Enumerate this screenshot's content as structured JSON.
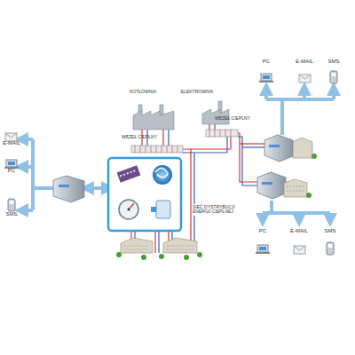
{
  "diagram": {
    "labels": [
      "KOTŁOWNIA",
      "ELEKTROWNIA",
      "WĘZEŁ CIEPLNY",
      "WĘZEŁ CIEPLNY",
      "SIEĆ DYSTRYBUCJI ENERGII CIEPLNEJ",
      "PC",
      "E-MAIL",
      "SMS",
      "E-MAIL",
      "PC",
      "SMS",
      "PC",
      "E-MAIL",
      "SMS"
    ]
  }
}
